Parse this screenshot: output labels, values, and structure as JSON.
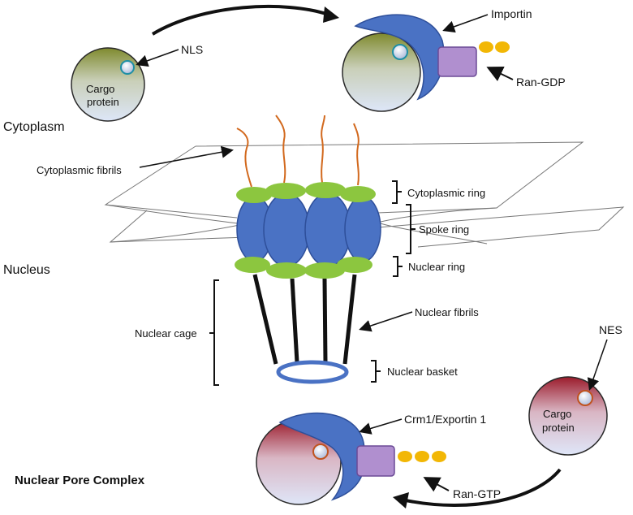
{
  "labels": {
    "nls": "NLS",
    "cargo_top_line1": "Cargo",
    "cargo_top_line2": "protein",
    "importin": "Importin",
    "ran_gdp": "Ran-GDP",
    "cytoplasm": "Cytoplasm",
    "cytoplasmic_fibrils": "Cytoplasmic fibrils",
    "cytoplasmic_ring": "Cytoplasmic ring",
    "spoke_ring": "Spoke ring",
    "nucleus": "Nucleus",
    "nuclear_ring": "Nuclear ring",
    "nuclear_cage": "Nuclear cage",
    "nuclear_fibrils": "Nuclear fibrils",
    "nuclear_basket": "Nuclear basket",
    "nes": "NES",
    "cargo_bottom_line1": "Cargo",
    "cargo_bottom_line2": "protein",
    "crm1_exportin": "Crm1/Exportin 1",
    "ran_gtp": "Ran-GTP",
    "figure_title": "Nuclear Pore Complex"
  },
  "colors": {
    "importin_blue": "#4a72c4",
    "pore_blue": "#4a72c4",
    "ring_green": "#8cc63f",
    "fibril_orange": "#d2691e",
    "ran_purple": "#b08fcf",
    "gtp_yellow": "#f2b705",
    "cargo_top_olive": "#8a8a3a",
    "cargo_bottom_red": "#a52a3a",
    "cargo_light": "#e6ecf8"
  }
}
